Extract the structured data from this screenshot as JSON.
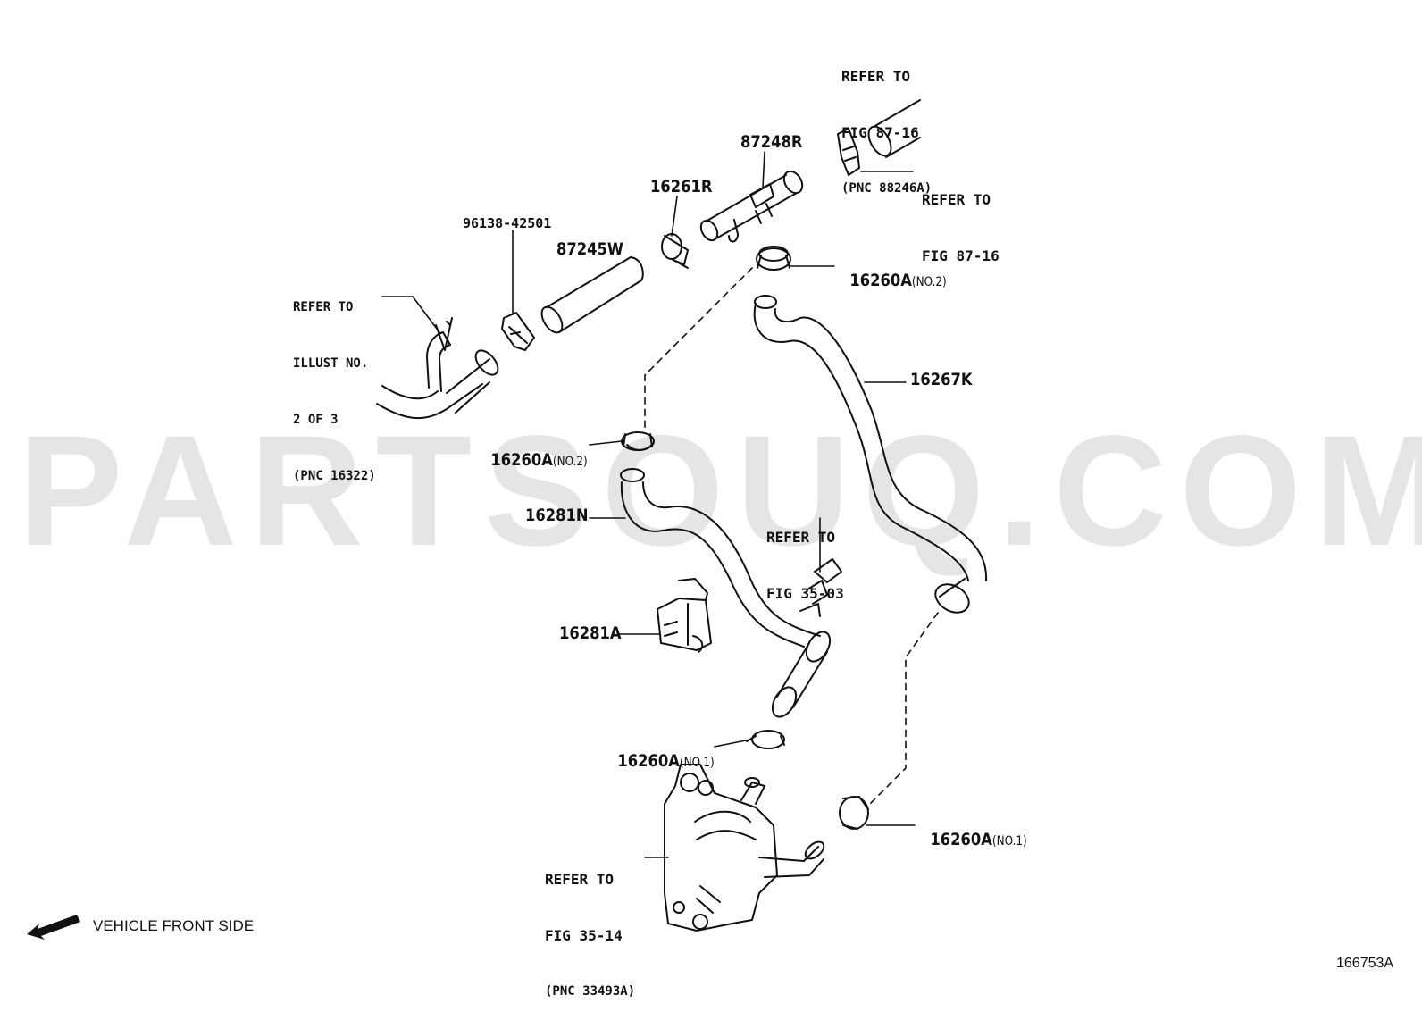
{
  "watermark": "PARTSOUQ.COM",
  "figure_id": "166753A",
  "direction_note": "VEHICLE FRONT SIDE",
  "parts": {
    "p87248R": "87248R",
    "p16261R": "16261R",
    "p96138": "96138-42501",
    "p87245W": "87245W",
    "p16260A_top_num": "16260A",
    "p16260A_top_note": "(NO.2)",
    "p16267K": "16267K",
    "p16260A_mid_num": "16260A",
    "p16260A_mid_note": "(NO.2)",
    "p16281N": "16281N",
    "p16281A": "16281A",
    "p16260A_low_num": "16260A",
    "p16260A_low_note": "(NO.1)",
    "p16260A_right_num": "16260A",
    "p16260A_right_note": "(NO.1)"
  },
  "refs": {
    "illust": [
      "REFER TO",
      "ILLUST NO.",
      "2 OF 3",
      "(PNC 16322)"
    ],
    "fig87_top": [
      "REFER TO",
      "FIG 87-16",
      "(PNC 88246A)"
    ],
    "fig87_right": [
      "REFER TO",
      "FIG 87-16"
    ],
    "fig35_03": [
      "REFER TO",
      "FIG 35-03"
    ],
    "fig35_14": [
      "REFER TO",
      "FIG 35-14",
      "(PNC 33493A)"
    ]
  }
}
